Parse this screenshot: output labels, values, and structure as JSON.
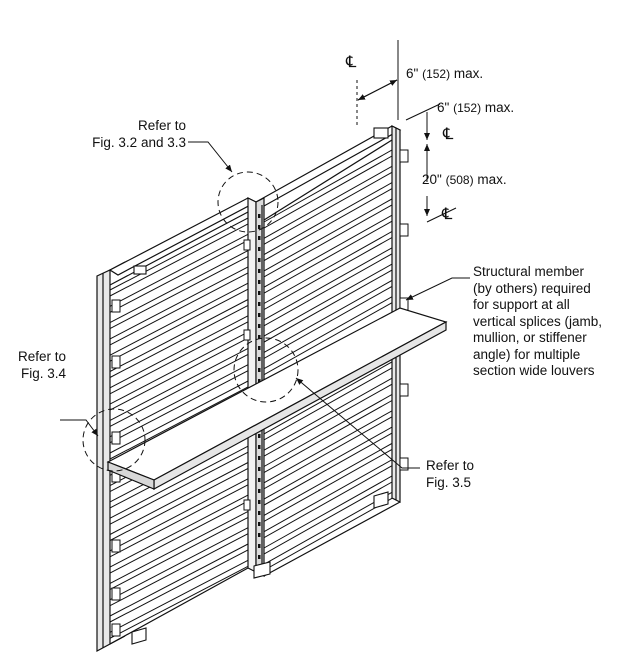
{
  "callouts": {
    "refer_fig_3_2_3_3": {
      "line1": "Refer to",
      "line2": "Fig. 3.2 and 3.3"
    },
    "refer_fig_3_4": {
      "line1": "Refer to",
      "line2": "Fig. 3.4"
    },
    "refer_fig_3_5": {
      "line1": "Refer to",
      "line2": "Fig. 3.5"
    }
  },
  "dimensions": [
    {
      "value": "6\"",
      "metric": "(152)",
      "limit": "max."
    },
    {
      "value": "6\"",
      "metric": "(152)",
      "limit": "max."
    },
    {
      "value": "20\"",
      "metric": "(508)",
      "limit": "max."
    }
  ],
  "centerline_symbol": "℄",
  "structural_note": [
    "Structural member",
    "(by others) required",
    "for support at all",
    "vertical splices (jamb,",
    "mullion, or stiffener",
    "angle) for multiple",
    "section wide louvers"
  ]
}
